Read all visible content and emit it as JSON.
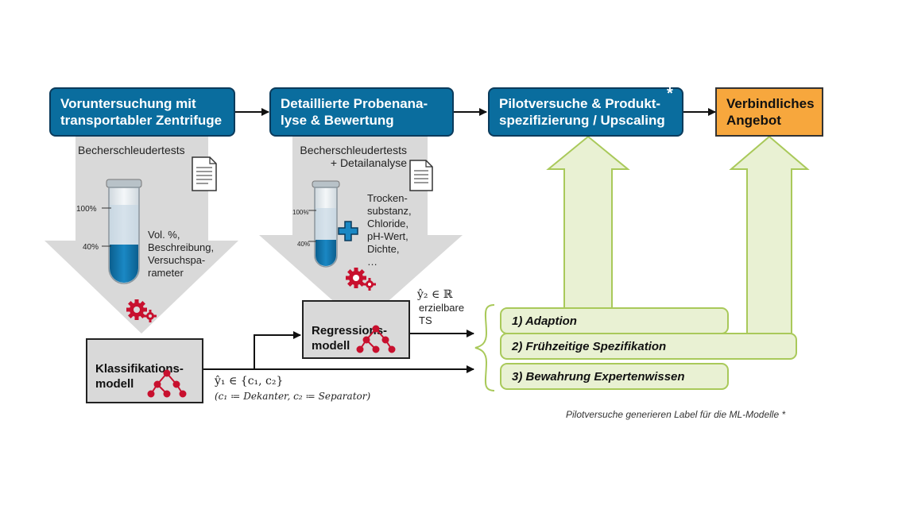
{
  "steps": [
    {
      "label": "Voruntersuchung mit\ntransportabler Zentrifuge"
    },
    {
      "label": "Detaillierte Probenana-\nlyse & Bewertung"
    },
    {
      "label": "Pilotversuche & Produkt-\nspezifizierung / Upscaling",
      "asterisk": "*"
    },
    {
      "label": "Verbindliches\nAngebot"
    }
  ],
  "left_funnel": {
    "header": "Becherschleudertests",
    "tick_top": "100%",
    "tick_mid": "40%",
    "features": "Vol. %,\nBeschreibung,\nVersuchspa-\nrameter"
  },
  "mid_funnel": {
    "header": "Becherschleudertests\n+ Detailanalyse",
    "tick_top": "100%",
    "tick_mid": "40%",
    "features": "Trocken-\nsubstanz,\nChloride,\npH-Wert,\nDichte,\n…"
  },
  "models": {
    "classification": "Klassifikations-\nmodell",
    "regression": "Regressions-\nmodell"
  },
  "outputs": {
    "y2_math": "ŷ₂ ∈ ℝ",
    "y2_text": "erzielbare\nTS",
    "y1_math": "ŷ₁ ∈ {c₁, c₂}",
    "y1_def": "(c₁ ≔ Dekanter, c₂ ≔ Separator)"
  },
  "benefits": [
    {
      "label": "1)  Adaption"
    },
    {
      "label": "2)  Frühzeitige Spezifikation"
    },
    {
      "label": "3)  Bewahrung Expertenwissen"
    }
  ],
  "footnote": "Pilotversuche generieren Label für die ML-Modelle *",
  "colors": {
    "process_blue": "#0a6d9e",
    "final_orange": "#f7a73d",
    "benefit_green_fill": "#e9f1d3",
    "benefit_green_stroke": "#a9c95a",
    "gear_red": "#c8102e",
    "funnel_gray": "#d9d9d9"
  }
}
